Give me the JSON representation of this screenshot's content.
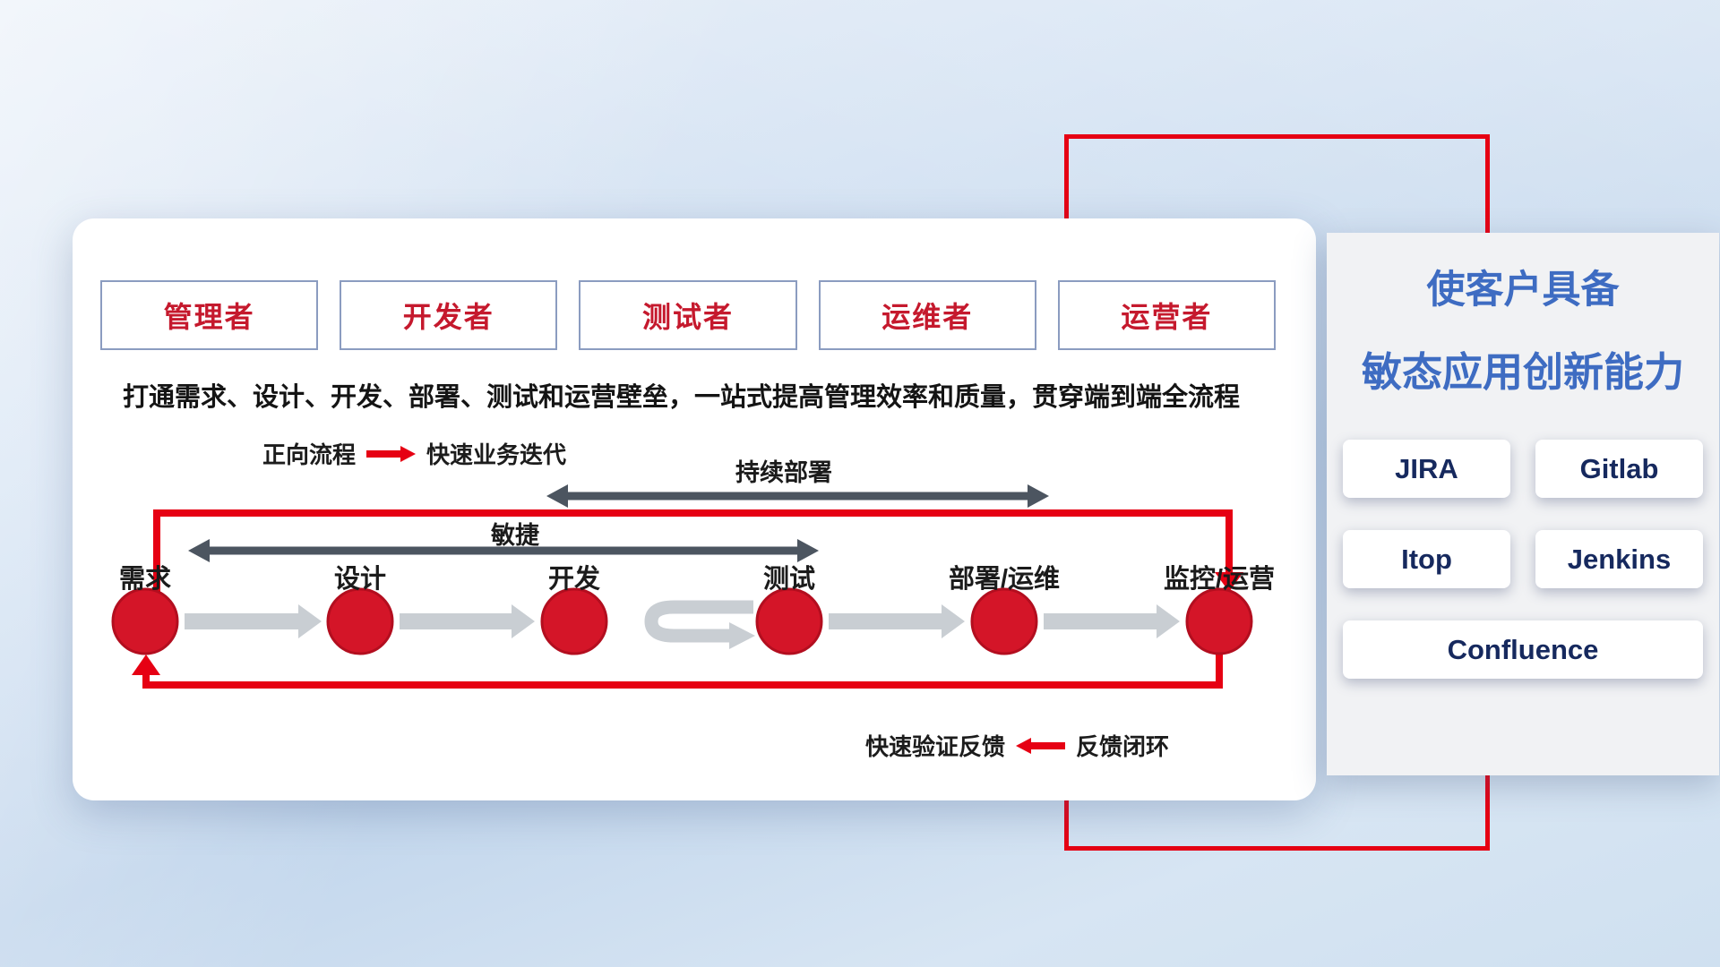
{
  "colors": {
    "accent_red": "#e60013",
    "role_text_red": "#c5192d",
    "role_border": "#8b9cc0",
    "dark_arrow": "#4c5560",
    "gray_arrow": "#c9ced3",
    "panel_title_blue": "#3e6cc2",
    "tool_text_navy": "#16295e",
    "circle_fill": "#d41528"
  },
  "roles": [
    {
      "label": "管理者"
    },
    {
      "label": "开发者"
    },
    {
      "label": "测试者"
    },
    {
      "label": "运维者"
    },
    {
      "label": "运营者"
    }
  ],
  "card": {
    "subtitle": "打通需求、设计、开发、部署、测试和运营壁垒，一站式提高管理效率和质量，贯穿端到端全流程",
    "legend_forward": {
      "label": "正向流程",
      "value": "快速业务迭代"
    },
    "legend_feedback": {
      "label": "快速验证反馈",
      "value": "反馈闭环"
    },
    "agile_label": "敏捷",
    "cd_label": "持续部署"
  },
  "flow": {
    "stages": [
      {
        "label": "需求"
      },
      {
        "label": "设计"
      },
      {
        "label": "开发"
      },
      {
        "label": "测试"
      },
      {
        "label": "部署/运维"
      },
      {
        "label": "监控/运营"
      }
    ]
  },
  "panel": {
    "title_line1": "使客户具备",
    "title_line2": "敏态应用创新能力",
    "tools": [
      {
        "label": "JIRA"
      },
      {
        "label": "Gitlab"
      },
      {
        "label": "Itop"
      },
      {
        "label": "Jenkins"
      },
      {
        "label": "Confluence"
      }
    ]
  }
}
